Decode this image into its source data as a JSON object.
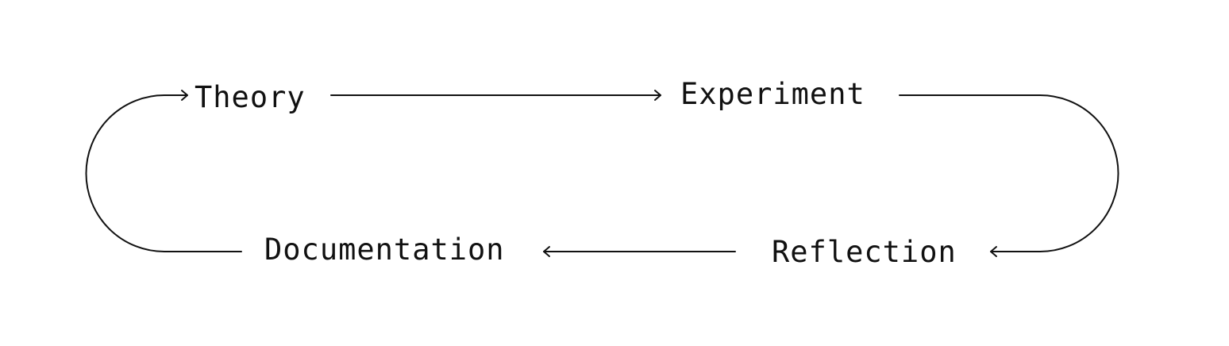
{
  "nodes": {
    "theory": "Theory",
    "experiment": "Experiment",
    "reflection": "Reflection",
    "documentation": "Documentation"
  },
  "edges": [
    {
      "from": "theory",
      "to": "experiment"
    },
    {
      "from": "experiment",
      "to": "reflection"
    },
    {
      "from": "reflection",
      "to": "documentation"
    },
    {
      "from": "documentation",
      "to": "theory"
    }
  ],
  "colors": {
    "line": "#111111",
    "background": "#ffffff"
  }
}
